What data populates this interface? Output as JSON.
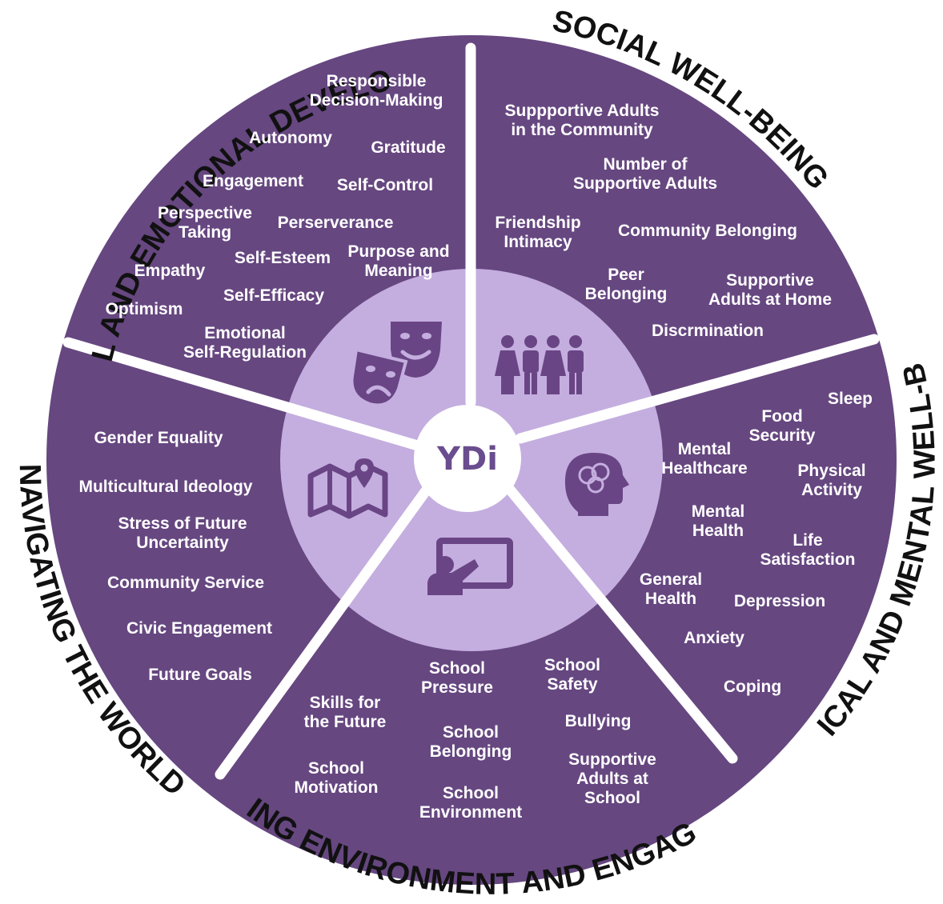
{
  "colors": {
    "outer_ring": "#664780",
    "inner_ring": "#c4aedf",
    "icon": "#6a4585",
    "divider": "#ffffff",
    "title_text": "#111111",
    "item_text": "#ffffff"
  },
  "center": {
    "logo": "YDi"
  },
  "sections": [
    {
      "id": "social-emotional",
      "title": "SOCIAL AND EMOTIONAL DEVELOPMENT",
      "icon": "theater-masks-icon",
      "items": [
        "Responsible Decision-Making",
        "Autonomy",
        "Gratitude",
        "Engagement",
        "Self-Control",
        "Perspective Taking",
        "Perserverance",
        "Self-Esteem",
        "Purpose and Meaning",
        "Empathy",
        "Self-Efficacy",
        "Optimism",
        "Emotional Self-Regulation"
      ]
    },
    {
      "id": "social-wellbeing",
      "title": "SOCIAL WELL-BEING",
      "icon": "people-group-icon",
      "items": [
        "Suppportive Adults in the Community",
        "Number of Supportive Adults",
        "Friendship Intimacy",
        "Community Belonging",
        "Peer Belonging",
        "Supportive Adults at Home",
        "Discrmination"
      ]
    },
    {
      "id": "physical-mental",
      "title": "PHYSICAL AND MENTAL WELL-BEING",
      "icon": "head-brain-icon",
      "items": [
        "Sleep",
        "Food Security",
        "Mental Healthcare",
        "Physical Activity",
        "Mental Health",
        "Life Satisfaction",
        "General Health",
        "Depression",
        "Anxiety",
        "Coping"
      ]
    },
    {
      "id": "learning",
      "title": "LEARNING ENVIRONMENT AND ENGAGEMENT",
      "icon": "teacher-board-icon",
      "items": [
        "School Pressure",
        "School Safety",
        "Skills for the Future",
        "School Belonging",
        "Bullying",
        "School Motivation",
        "Supportive Adults at School",
        "School Environment"
      ]
    },
    {
      "id": "navigating",
      "title": "NAVIGATING THE WORLD",
      "icon": "map-pin-icon",
      "items": [
        "Gender Equality",
        "Multicultural Ideology",
        "Stress of Future Uncertainty",
        "Community Service",
        "Civic Engagement",
        "Future Goals"
      ]
    }
  ]
}
